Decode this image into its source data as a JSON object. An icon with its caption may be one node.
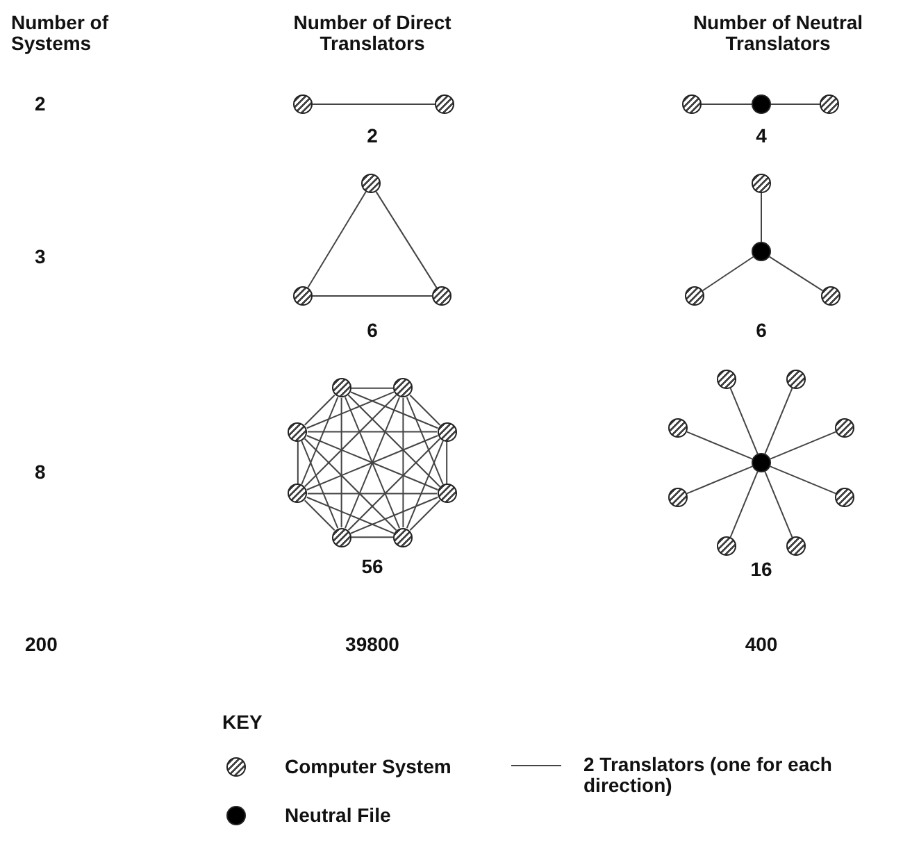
{
  "diagram": {
    "nodes": [
      {
        "text": [],
        "shape": "circle"
      },
      {
        "text": [],
        "shape": "circle"
      },
      {
        "text": [],
        "shape": "circle"
      },
      {
        "text": [],
        "shape": "circle"
      },
      {
        "text": [],
        "shape": "circle"
      },
      {
        "text": [],
        "shape": "circle"
      },
      {
        "text": [],
        "shape": "circle"
      },
      {
        "text": [],
        "shape": "circle"
      },
      {
        "text": [],
        "shape": "circle"
      },
      {
        "text": [],
        "shape": "circle"
      },
      {
        "text": [],
        "shape": "circle"
      },
      {
        "text": [],
        "shape": "circle"
      },
      {
        "text": [],
        "shape": "circle"
      },
      {
        "text": [],
        "shape": "circle"
      },
      {
        "text": [],
        "shape": "circle"
      },
      {
        "text": [],
        "shape": "circle"
      },
      {
        "text": [],
        "shape": "circle"
      },
      {
        "text": [],
        "shape": "circle"
      },
      {
        "text": [],
        "shape": "circle"
      },
      {
        "text": [],
        "shape": "circle"
      },
      {
        "text": [],
        "shape": "circle"
      },
      {
        "text": [],
        "shape": "circle"
      },
      {
        "text": [],
        "shape": "circle"
      },
      {
        "text": [],
        "shape": "circle"
      },
      {
        "text": [],
        "shape": "circle"
      },
      {
        "text": [],
        "shape": "circle"
      },
      {
        "text": [],
        "shape": "circle"
      },
      {
        "text": [],
        "shape": "circle"
      },
      {
        "text": [],
        "shape": "circle"
      }
    ],
    "edges": [
      {
        "from": 0,
        "to": 1,
        "arrow": "none"
      },
      {
        "from": 2,
        "to": 3,
        "arrow": "none"
      },
      {
        "from": 3,
        "to": 4,
        "arrow": "none"
      },
      {
        "from": 5,
        "to": 6,
        "arrow": "none"
      },
      {
        "from": 5,
        "to": 7,
        "arrow": "none"
      },
      {
        "from": 6,
        "to": 7,
        "arrow": "none"
      },
      {
        "from": 8,
        "to": 9,
        "arrow": "none"
      },
      {
        "from": 9,
        "to": 10,
        "arrow": "none"
      },
      {
        "from": 9,
        "to": 11,
        "arrow": "none"
      },
      {
        "from": 12,
        "to": 13,
        "arrow": "none"
      },
      {
        "from": 12,
        "to": 14,
        "arrow": "none"
      },
      {
        "from": 12,
        "to": 15,
        "arrow": "none"
      },
      {
        "from": 12,
        "to": 16,
        "arrow": "none"
      },
      {
        "from": 12,
        "to": 17,
        "arrow": "none"
      },
      {
        "from": 12,
        "to": 18,
        "arrow": "none"
      },
      {
        "from": 12,
        "to": 19,
        "arrow": "none"
      },
      {
        "from": 13,
        "to": 14,
        "arrow": "none"
      },
      {
        "from": 13,
        "to": 15,
        "arrow": "none"
      },
      {
        "from": 13,
        "to": 16,
        "arrow": "none"
      },
      {
        "from": 13,
        "to": 17,
        "arrow": "none"
      },
      {
        "from": 13,
        "to": 18,
        "arrow": "none"
      },
      {
        "from": 13,
        "to": 19,
        "arrow": "none"
      },
      {
        "from": 14,
        "to": 15,
        "arrow": "none"
      },
      {
        "from": 14,
        "to": 16,
        "arrow": "none"
      },
      {
        "from": 14,
        "to": 17,
        "arrow": "none"
      },
      {
        "from": 14,
        "to": 18,
        "arrow": "none"
      },
      {
        "from": 14,
        "to": 19,
        "arrow": "none"
      },
      {
        "from": 15,
        "to": 16,
        "arrow": "none"
      },
      {
        "from": 15,
        "to": 17,
        "arrow": "none"
      },
      {
        "from": 15,
        "to": 18,
        "arrow": "none"
      },
      {
        "from": 15,
        "to": 19,
        "arrow": "none"
      },
      {
        "from": 16,
        "to": 17,
        "arrow": "none"
      },
      {
        "from": 16,
        "to": 18,
        "arrow": "none"
      },
      {
        "from": 16,
        "to": 19,
        "arrow": "none"
      },
      {
        "from": 17,
        "to": 18,
        "arrow": "none"
      },
      {
        "from": 17,
        "to": 19,
        "arrow": "none"
      },
      {
        "from": 18,
        "to": 19,
        "arrow": "none"
      },
      {
        "from": 28,
        "to": 20,
        "arrow": "none"
      },
      {
        "from": 28,
        "to": 21,
        "arrow": "none"
      },
      {
        "from": 28,
        "to": 22,
        "arrow": "none"
      },
      {
        "from": 28,
        "to": 23,
        "arrow": "none"
      },
      {
        "from": 28,
        "to": 24,
        "arrow": "none"
      },
      {
        "from": 28,
        "to": 25,
        "arrow": "none"
      },
      {
        "from": 28,
        "to": 26,
        "arrow": "none"
      },
      {
        "from": 28,
        "to": 27,
        "arrow": "none"
      }
    ],
    "labels": [
      "Number of Systems",
      "Number of Direct Translators",
      "Number of Neutral Translators",
      "2",
      "2",
      "4",
      "3",
      "6",
      "6",
      "8",
      "56",
      "16",
      "200",
      "39800",
      "400",
      "KEY"
    ],
    "legend": [
      {
        "text": "Computer System"
      },
      {
        "text": "2 Translators (one for each direction)"
      },
      {
        "text": "Neutral File"
      }
    ]
  }
}
